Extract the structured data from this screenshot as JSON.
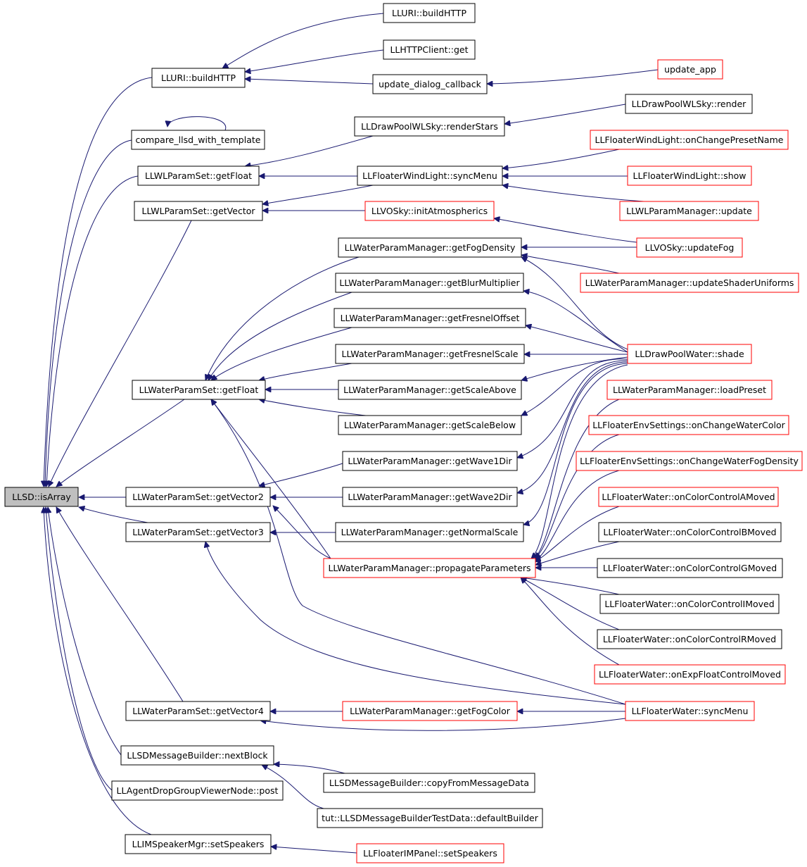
{
  "colors": {
    "edge": "#191970",
    "node_border": "#000000",
    "truncated_border": "#ff0000",
    "root_fill": "#bfbfbf",
    "node_fill": "#ffffff"
  },
  "graph": {
    "root": "LLSD::isArray",
    "nodes": [
      {
        "id": "n0",
        "label": "LLSD::isArray",
        "kind": "root"
      },
      {
        "id": "n1",
        "label": "LLURI::buildHTTP",
        "kind": "normal"
      },
      {
        "id": "n2",
        "label": "compare_llsd_with_template",
        "kind": "normal"
      },
      {
        "id": "n3",
        "label": "LLWLParamSet::getFloat",
        "kind": "normal"
      },
      {
        "id": "n4",
        "label": "LLWLParamSet::getVector",
        "kind": "normal"
      },
      {
        "id": "n5",
        "label": "LLWaterParamSet::getFloat",
        "kind": "normal"
      },
      {
        "id": "n6",
        "label": "LLWaterParamSet::getVector2",
        "kind": "normal"
      },
      {
        "id": "n7",
        "label": "LLWaterParamSet::getVector3",
        "kind": "normal"
      },
      {
        "id": "n8",
        "label": "LLWaterParamSet::getVector4",
        "kind": "normal"
      },
      {
        "id": "n9",
        "label": "LLSDMessageBuilder::nextBlock",
        "kind": "normal"
      },
      {
        "id": "n10",
        "label": "LLAgentDropGroupViewerNode::post",
        "kind": "normal"
      },
      {
        "id": "n11",
        "label": "LLIMSpeakerMgr::setSpeakers",
        "kind": "normal"
      },
      {
        "id": "n12",
        "label": "LLURI::buildHTTP",
        "kind": "normal"
      },
      {
        "id": "n13",
        "label": "LLHTTPClient::get",
        "kind": "normal"
      },
      {
        "id": "n14",
        "label": "update_dialog_callback",
        "kind": "normal"
      },
      {
        "id": "n15",
        "label": "update_app",
        "kind": "truncated"
      },
      {
        "id": "n16",
        "label": "LLDrawPoolWLSky::renderStars",
        "kind": "normal"
      },
      {
        "id": "n17",
        "label": "LLDrawPoolWLSky::render",
        "kind": "normal"
      },
      {
        "id": "n18",
        "label": "LLFloaterWindLight::syncMenu",
        "kind": "normal"
      },
      {
        "id": "n19",
        "label": "LLFloaterWindLight::onChangePresetName",
        "kind": "truncated"
      },
      {
        "id": "n20",
        "label": "LLFloaterWindLight::show",
        "kind": "truncated"
      },
      {
        "id": "n21",
        "label": "LLWLParamManager::update",
        "kind": "truncated"
      },
      {
        "id": "n22",
        "label": "LLVOSky::initAtmospherics",
        "kind": "truncated"
      },
      {
        "id": "n23",
        "label": "LLVOSky::updateFog",
        "kind": "truncated"
      },
      {
        "id": "n24",
        "label": "LLWaterParamManager::getFogDensity",
        "kind": "normal"
      },
      {
        "id": "n25",
        "label": "LLWaterParamManager::updateShaderUniforms",
        "kind": "truncated"
      },
      {
        "id": "n26",
        "label": "LLWaterParamManager::getBlurMultiplier",
        "kind": "normal"
      },
      {
        "id": "n27",
        "label": "LLWaterParamManager::getFresnelOffset",
        "kind": "normal"
      },
      {
        "id": "n28",
        "label": "LLWaterParamManager::getFresnelScale",
        "kind": "normal"
      },
      {
        "id": "n29",
        "label": "LLDrawPoolWater::shade",
        "kind": "truncated"
      },
      {
        "id": "n30",
        "label": "LLWaterParamManager::getScaleAbove",
        "kind": "normal"
      },
      {
        "id": "n31",
        "label": "LLWaterParamManager::loadPreset",
        "kind": "truncated"
      },
      {
        "id": "n32",
        "label": "LLWaterParamManager::getScaleBelow",
        "kind": "normal"
      },
      {
        "id": "n33",
        "label": "LLFloaterEnvSettings::onChangeWaterColor",
        "kind": "truncated"
      },
      {
        "id": "n34",
        "label": "LLWaterParamManager::getWave1Dir",
        "kind": "normal"
      },
      {
        "id": "n35",
        "label": "LLFloaterEnvSettings::onChangeWaterFogDensity",
        "kind": "truncated"
      },
      {
        "id": "n36",
        "label": "LLWaterParamManager::getWave2Dir",
        "kind": "normal"
      },
      {
        "id": "n37",
        "label": "LLFloaterWater::onColorControlAMoved",
        "kind": "truncated"
      },
      {
        "id": "n38",
        "label": "LLWaterParamManager::getNormalScale",
        "kind": "normal"
      },
      {
        "id": "n39",
        "label": "LLFloaterWater::onColorControlBMoved",
        "kind": "normal"
      },
      {
        "id": "n40",
        "label": "LLWaterParamManager::propagateParameters",
        "kind": "truncated"
      },
      {
        "id": "n41",
        "label": "LLFloaterWater::onColorControlGMoved",
        "kind": "normal"
      },
      {
        "id": "n42",
        "label": "LLFloaterWater::onColorControlIMoved",
        "kind": "normal"
      },
      {
        "id": "n43",
        "label": "LLFloaterWater::onColorControlRMoved",
        "kind": "normal"
      },
      {
        "id": "n44",
        "label": "LLFloaterWater::onExpFloatControlMoved",
        "kind": "truncated"
      },
      {
        "id": "n45",
        "label": "LLWaterParamManager::getFogColor",
        "kind": "truncated"
      },
      {
        "id": "n46",
        "label": "LLFloaterWater::syncMenu",
        "kind": "truncated"
      },
      {
        "id": "n47",
        "label": "LLSDMessageBuilder::copyFromMessageData",
        "kind": "normal"
      },
      {
        "id": "n48",
        "label": "tut::LLSDMessageBuilderTestData::defaultBuilder",
        "kind": "normal"
      },
      {
        "id": "n49",
        "label": "LLFloaterIMPanel::setSpeakers",
        "kind": "truncated"
      }
    ],
    "edges": [
      {
        "from": "n1",
        "to": "n0"
      },
      {
        "from": "n2",
        "to": "n0"
      },
      {
        "from": "n3",
        "to": "n0"
      },
      {
        "from": "n4",
        "to": "n0"
      },
      {
        "from": "n5",
        "to": "n0"
      },
      {
        "from": "n6",
        "to": "n0"
      },
      {
        "from": "n7",
        "to": "n0"
      },
      {
        "from": "n8",
        "to": "n0"
      },
      {
        "from": "n9",
        "to": "n0"
      },
      {
        "from": "n10",
        "to": "n0"
      },
      {
        "from": "n11",
        "to": "n0"
      },
      {
        "from": "n12",
        "to": "n1"
      },
      {
        "from": "n13",
        "to": "n1"
      },
      {
        "from": "n14",
        "to": "n1"
      },
      {
        "from": "n15",
        "to": "n14"
      },
      {
        "from": "n2",
        "to": "n2"
      },
      {
        "from": "n16",
        "to": "n3"
      },
      {
        "from": "n17",
        "to": "n16"
      },
      {
        "from": "n18",
        "to": "n3"
      },
      {
        "from": "n19",
        "to": "n18"
      },
      {
        "from": "n20",
        "to": "n18"
      },
      {
        "from": "n21",
        "to": "n18"
      },
      {
        "from": "n18",
        "to": "n4"
      },
      {
        "from": "n22",
        "to": "n4"
      },
      {
        "from": "n23",
        "to": "n22"
      },
      {
        "from": "n24",
        "to": "n5"
      },
      {
        "from": "n26",
        "to": "n5"
      },
      {
        "from": "n27",
        "to": "n5"
      },
      {
        "from": "n28",
        "to": "n5"
      },
      {
        "from": "n30",
        "to": "n5"
      },
      {
        "from": "n32",
        "to": "n5"
      },
      {
        "from": "n40",
        "to": "n5"
      },
      {
        "from": "n23",
        "to": "n24"
      },
      {
        "from": "n25",
        "to": "n24"
      },
      {
        "from": "n29",
        "to": "n24"
      },
      {
        "from": "n29",
        "to": "n26"
      },
      {
        "from": "n29",
        "to": "n27"
      },
      {
        "from": "n29",
        "to": "n28"
      },
      {
        "from": "n29",
        "to": "n30"
      },
      {
        "from": "n29",
        "to": "n32"
      },
      {
        "from": "n29",
        "to": "n34"
      },
      {
        "from": "n29",
        "to": "n36"
      },
      {
        "from": "n29",
        "to": "n38"
      },
      {
        "from": "n34",
        "to": "n6"
      },
      {
        "from": "n36",
        "to": "n6"
      },
      {
        "from": "n40",
        "to": "n6"
      },
      {
        "from": "n38",
        "to": "n7"
      },
      {
        "from": "n46",
        "to": "n7"
      },
      {
        "from": "n45",
        "to": "n8"
      },
      {
        "from": "n46",
        "to": "n8"
      },
      {
        "from": "n46",
        "to": "n45"
      },
      {
        "from": "n29",
        "to": "n40"
      },
      {
        "from": "n31",
        "to": "n40"
      },
      {
        "from": "n33",
        "to": "n40"
      },
      {
        "from": "n35",
        "to": "n40"
      },
      {
        "from": "n37",
        "to": "n40"
      },
      {
        "from": "n39",
        "to": "n40"
      },
      {
        "from": "n41",
        "to": "n40"
      },
      {
        "from": "n42",
        "to": "n40"
      },
      {
        "from": "n43",
        "to": "n40"
      },
      {
        "from": "n44",
        "to": "n40"
      },
      {
        "from": "n46",
        "to": "n5"
      },
      {
        "from": "n47",
        "to": "n9"
      },
      {
        "from": "n48",
        "to": "n9"
      },
      {
        "from": "n49",
        "to": "n11"
      }
    ]
  }
}
